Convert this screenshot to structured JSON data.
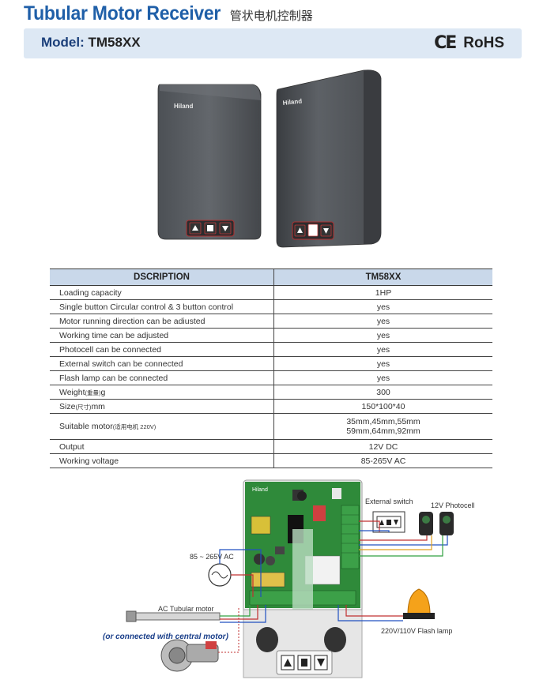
{
  "header": {
    "title": "Tubular Motor Receiver",
    "title_cn": "管状电机控制器"
  },
  "model_bar": {
    "label": "Model:",
    "value": "TM58XX",
    "cert_ce": "CE",
    "cert_rohs": "RoHS"
  },
  "product": {
    "brand": "Hiland"
  },
  "table": {
    "header_desc": "DSCRIPTION",
    "header_val": "TM58XX",
    "rows": [
      {
        "label": "Loading capacity",
        "value": "1HP"
      },
      {
        "label": "Single button Circular control & 3 button control",
        "value": "yes"
      },
      {
        "label": "Motor running direction can be adiusted",
        "value": "yes"
      },
      {
        "label": "Working time can be adjusted",
        "value": "yes"
      },
      {
        "label": "Photocell can be connected",
        "value": "yes"
      },
      {
        "label": "External switch can be connected",
        "value": "yes"
      },
      {
        "label": "Flash lamp can be connected",
        "value": "yes"
      },
      {
        "label": "Weight",
        "label_cn": "(重量)",
        "label_unit": "g",
        "value": "300"
      },
      {
        "label": "Size",
        "label_cn": "(尺寸)",
        "label_unit": "mm",
        "value": "150*100*40"
      },
      {
        "label": "Suitable motor",
        "label_cn": "(适用电机 220V)",
        "value": "35mm,45mm,55mm",
        "value2": "59mm,64mm,92mm"
      },
      {
        "label": "Output",
        "value": "12V  DC"
      },
      {
        "label": "Working voltage",
        "value": "85-265V AC"
      }
    ]
  },
  "diagram": {
    "external_switch": "External switch",
    "photocell": "12V Photocell",
    "ac_input": "85 ~ 265V AC",
    "tubular_motor": "AC Tubular motor",
    "central_motor": "(or connected with central motor)",
    "flash_lamp": "220V/110V Flash lamp",
    "board_brand": "Hiland"
  },
  "colors": {
    "title_blue": "#1f5fa8",
    "model_bar_bg": "#dde8f4",
    "table_header_bg": "#c9d8ea",
    "pcb_green": "#2f8a3a",
    "housing_gray": "#5b5f64"
  }
}
